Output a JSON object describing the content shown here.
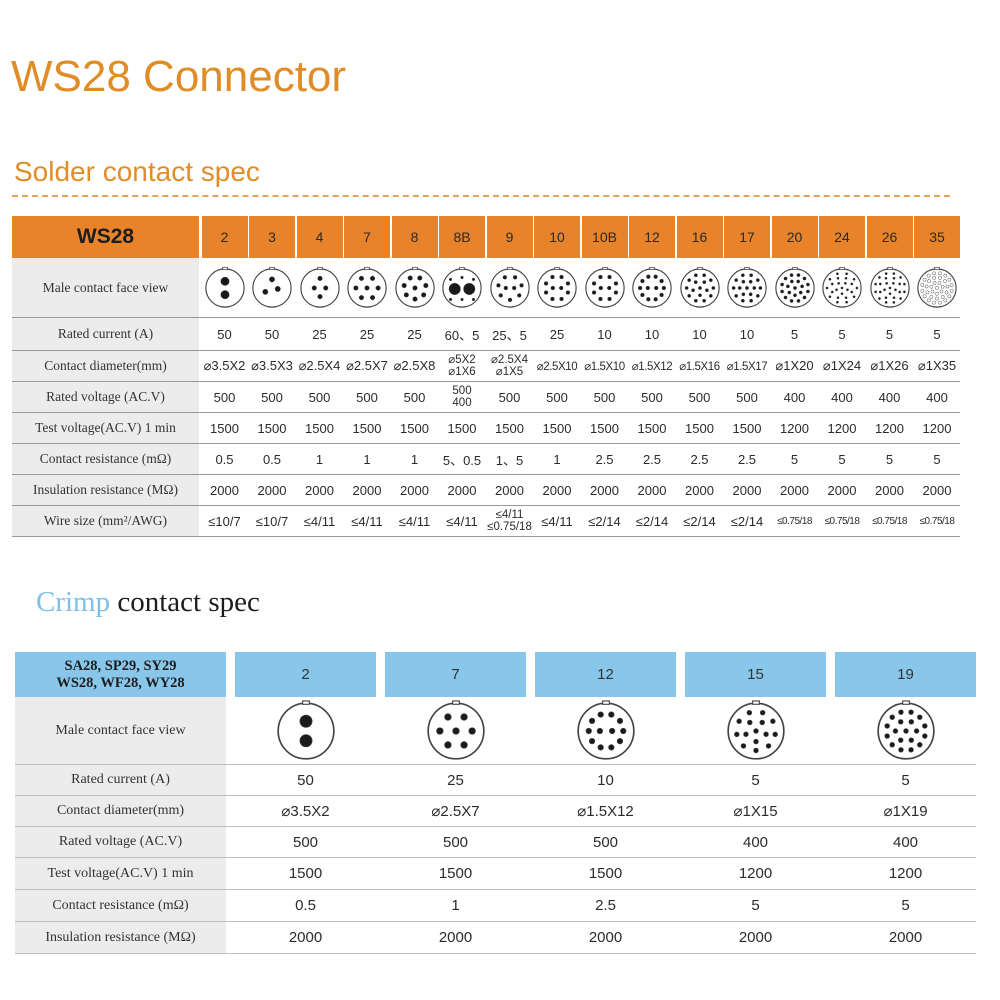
{
  "title": "WS28 Connector",
  "solder": {
    "title": "Solder contact spec",
    "header_label": "WS28",
    "columns": [
      "2",
      "3",
      "4",
      "7",
      "8",
      "8B",
      "9",
      "10",
      "10B",
      "12",
      "16",
      "17",
      "20",
      "24",
      "26",
      "35"
    ],
    "face_view_label": "Male contact face view",
    "rows": [
      {
        "label": "Rated current (A)",
        "values": [
          "50",
          "50",
          "25",
          "25",
          "25",
          "60、5",
          "25、5",
          "25",
          "10",
          "10",
          "10",
          "10",
          "5",
          "5",
          "5",
          "5"
        ]
      },
      {
        "label": "Contact diameter(mm)",
        "values": [
          "⌀3.5X2",
          "⌀3.5X3",
          "⌀2.5X4",
          "⌀2.5X7",
          "⌀2.5X8",
          [
            "⌀5X2",
            "⌀1X6"
          ],
          [
            "⌀2.5X4",
            "⌀1X5"
          ],
          "⌀2.5X10",
          "⌀1.5X10",
          "⌀1.5X12",
          "⌀1.5X16",
          "⌀1.5X17",
          "⌀1X20",
          "⌀1X24",
          "⌀1X26",
          "⌀1X35"
        ]
      },
      {
        "label": "Rated voltage (AC.V)",
        "values": [
          "500",
          "500",
          "500",
          "500",
          "500",
          [
            "500",
            "400"
          ],
          "500",
          "500",
          "500",
          "500",
          "500",
          "500",
          "400",
          "400",
          "400",
          "400"
        ]
      },
      {
        "label": "Test voltage(AC.V) 1 min",
        "values": [
          "1500",
          "1500",
          "1500",
          "1500",
          "1500",
          "1500",
          "1500",
          "1500",
          "1500",
          "1500",
          "1500",
          "1500",
          "1200",
          "1200",
          "1200",
          "1200"
        ]
      },
      {
        "label": "Contact resistance (mΩ)",
        "values": [
          "0.5",
          "0.5",
          "1",
          "1",
          "1",
          "5、0.5",
          "1、5",
          "1",
          "2.5",
          "2.5",
          "2.5",
          "2.5",
          "5",
          "5",
          "5",
          "5"
        ]
      },
      {
        "label": "Insulation resistance (MΩ)",
        "values": [
          "2000",
          "2000",
          "2000",
          "2000",
          "2000",
          "2000",
          "2000",
          "2000",
          "2000",
          "2000",
          "2000",
          "2000",
          "2000",
          "2000",
          "2000",
          "2000"
        ]
      },
      {
        "label": "Wire size (mm²/AWG)",
        "values": [
          "≤10/7",
          "≤10/7",
          "≤4/11",
          "≤4/11",
          "≤4/11",
          "≤4/11",
          [
            "≤4/11",
            "≤0.75/18"
          ],
          "≤4/11",
          "≤2/14",
          "≤2/14",
          "≤2/14",
          "≤2/14",
          "≤0.75/18",
          "≤0.75/18",
          "≤0.75/18",
          "≤0.75/18"
        ]
      }
    ]
  },
  "crimp": {
    "title_part1": "Crimp",
    "title_part2": "contact spec",
    "header_label_lines": [
      "SA28, SP29, SY29",
      "WS28, WF28, WY28"
    ],
    "columns": [
      "2",
      "7",
      "12",
      "15",
      "19"
    ],
    "face_view_label": "Male contact face view",
    "rows": [
      {
        "label": "Rated current (A)",
        "values": [
          "50",
          "25",
          "10",
          "5",
          "5"
        ]
      },
      {
        "label": "Contact diameter(mm)",
        "values": [
          "⌀3.5X2",
          "⌀2.5X7",
          "⌀1.5X12",
          "⌀1X15",
          "⌀1X19"
        ]
      },
      {
        "label": "Rated voltage (AC.V)",
        "values": [
          "500",
          "500",
          "500",
          "400",
          "400"
        ]
      },
      {
        "label": "Test voltage(AC.V) 1 min",
        "values": [
          "1500",
          "1500",
          "1500",
          "1200",
          "1200"
        ]
      },
      {
        "label": "Contact resistance (mΩ)",
        "values": [
          "0.5",
          "1",
          "2.5",
          "5",
          "5"
        ]
      },
      {
        "label": "Insulation resistance (MΩ)",
        "values": [
          "2000",
          "2000",
          "2000",
          "2000",
          "2000"
        ]
      }
    ]
  },
  "colors": {
    "orange": "#e8832a",
    "title_orange": "#e08d28",
    "blue": "#88c6ea",
    "light_blue_text": "#7fc1e6",
    "label_gray": "#ececec"
  }
}
